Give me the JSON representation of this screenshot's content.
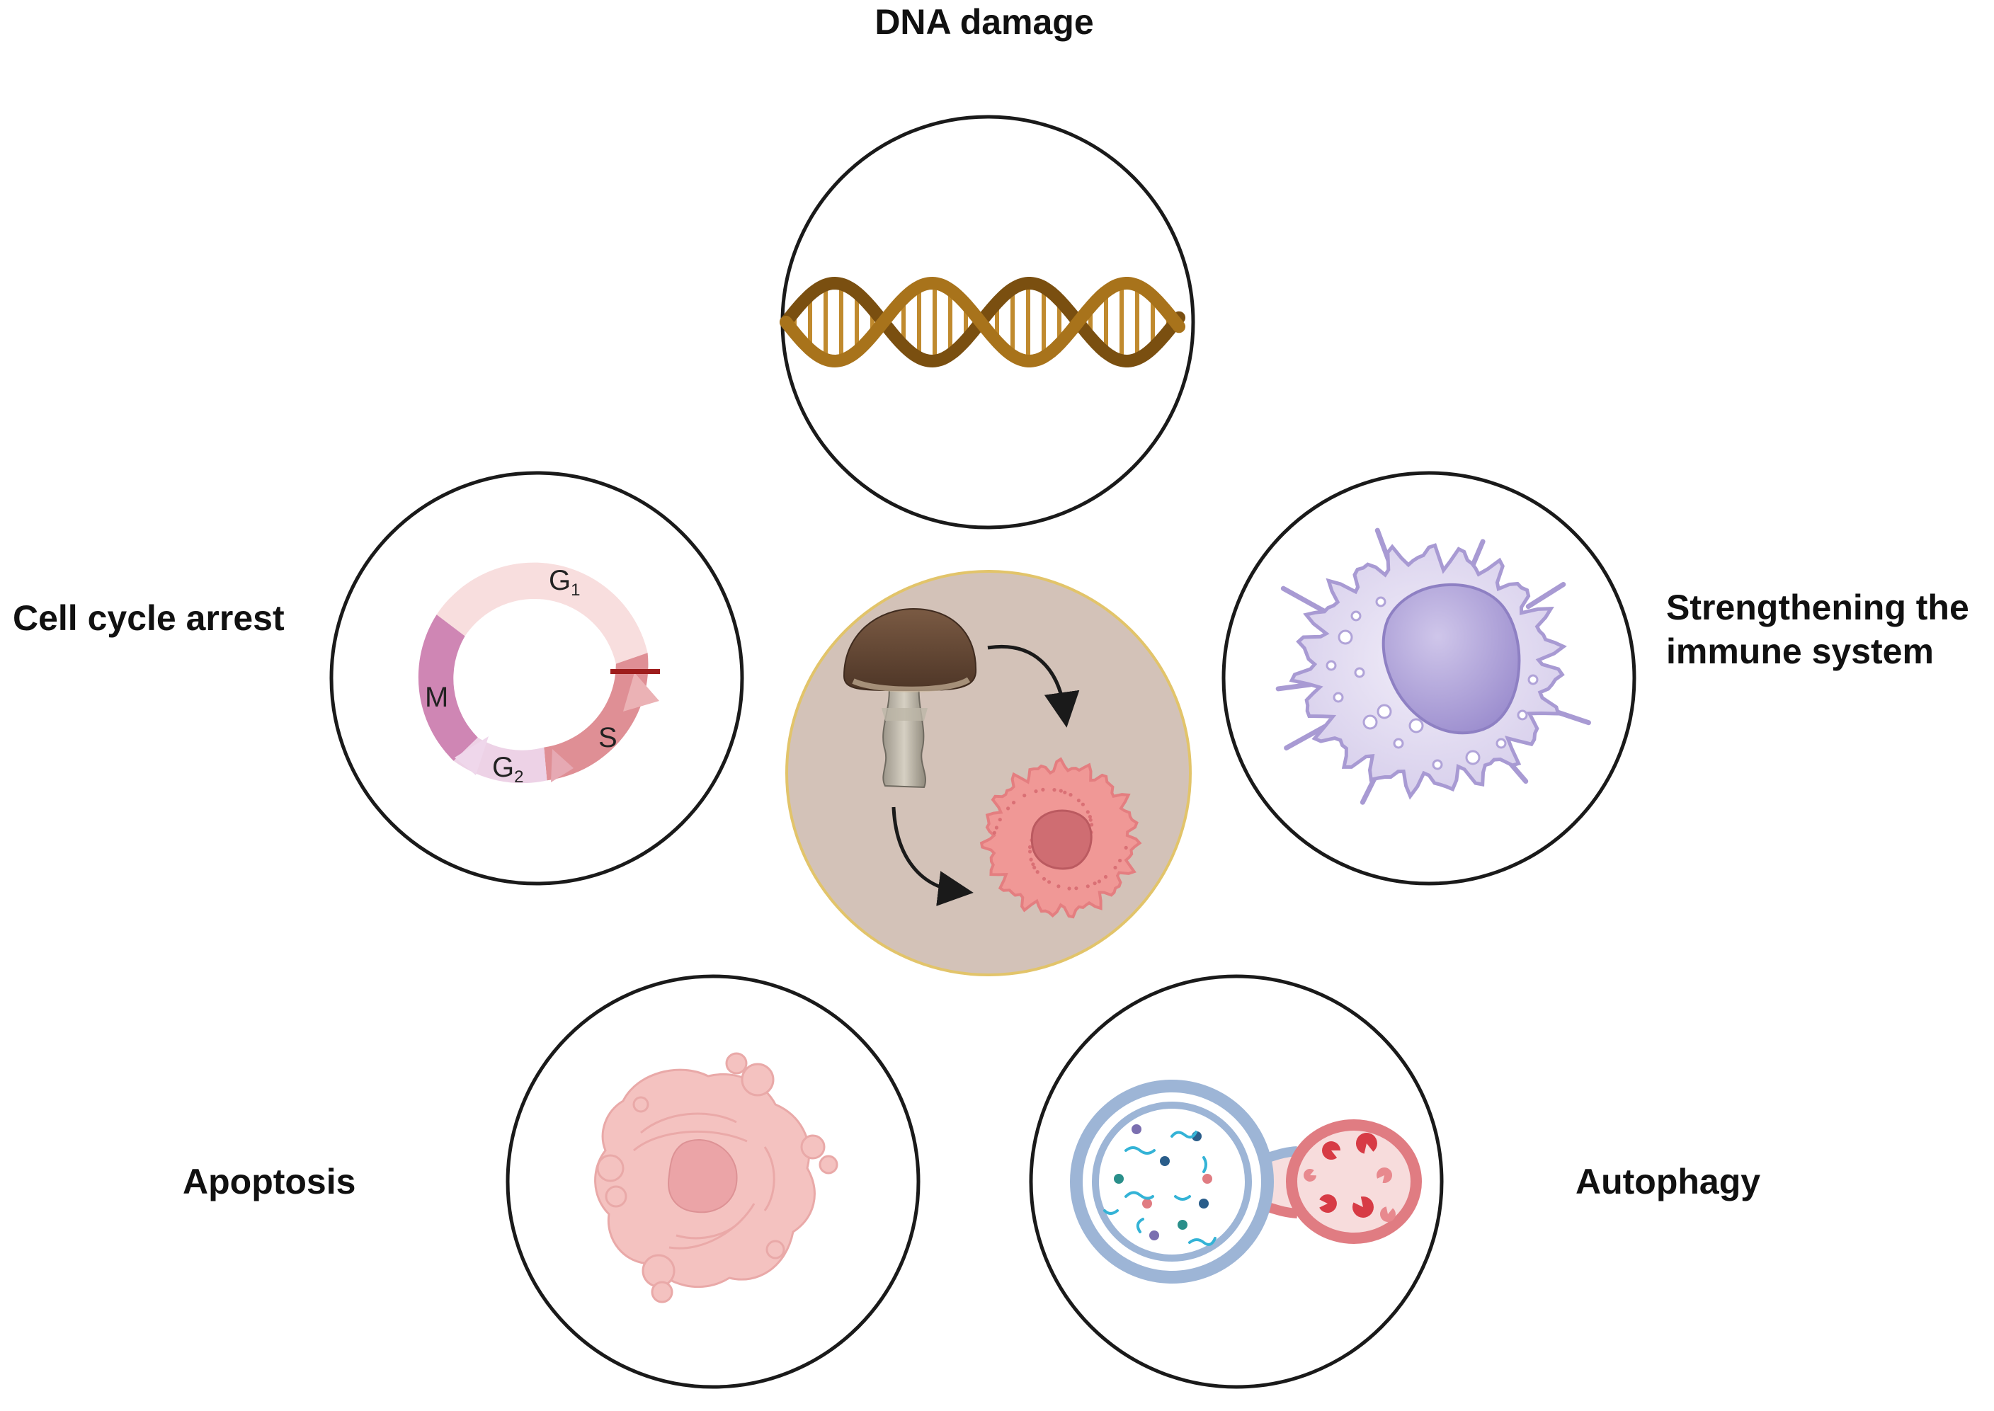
{
  "labels": {
    "dna_damage": "DNA damage",
    "cell_cycle_arrest": "Cell cycle arrest",
    "immune_line1": "Strengthening the",
    "immune_line2": "immune system",
    "apoptosis": "Apoptosis",
    "autophagy": "Autophagy"
  },
  "cell_cycle": {
    "g1": "G",
    "g1_sub": "1",
    "s": "S",
    "g2": "G",
    "g2_sub": "2",
    "m": "M"
  },
  "colors": {
    "circle_stroke": "#1a1a1a",
    "center_fill": "#d3c2b8",
    "center_stroke": "#e2c46a",
    "dna_strand": "#a8731b",
    "dna_dark": "#7a4f10",
    "g1": "#f8dede",
    "s": "#df8f95",
    "g2": "#edd2e6",
    "m": "#cf86b4",
    "checkpoint": "#9e1c1c",
    "immune_cell": "#ddd6ee",
    "immune_nucleus": "#a89ad3",
    "apoptotic_cell": "#f4c2c0",
    "cancer_cell": "#f09896",
    "cancer_nucleus": "#cf6d72",
    "autophagosome_ring": "#9db5d6",
    "lysosome": "#e07c82"
  }
}
